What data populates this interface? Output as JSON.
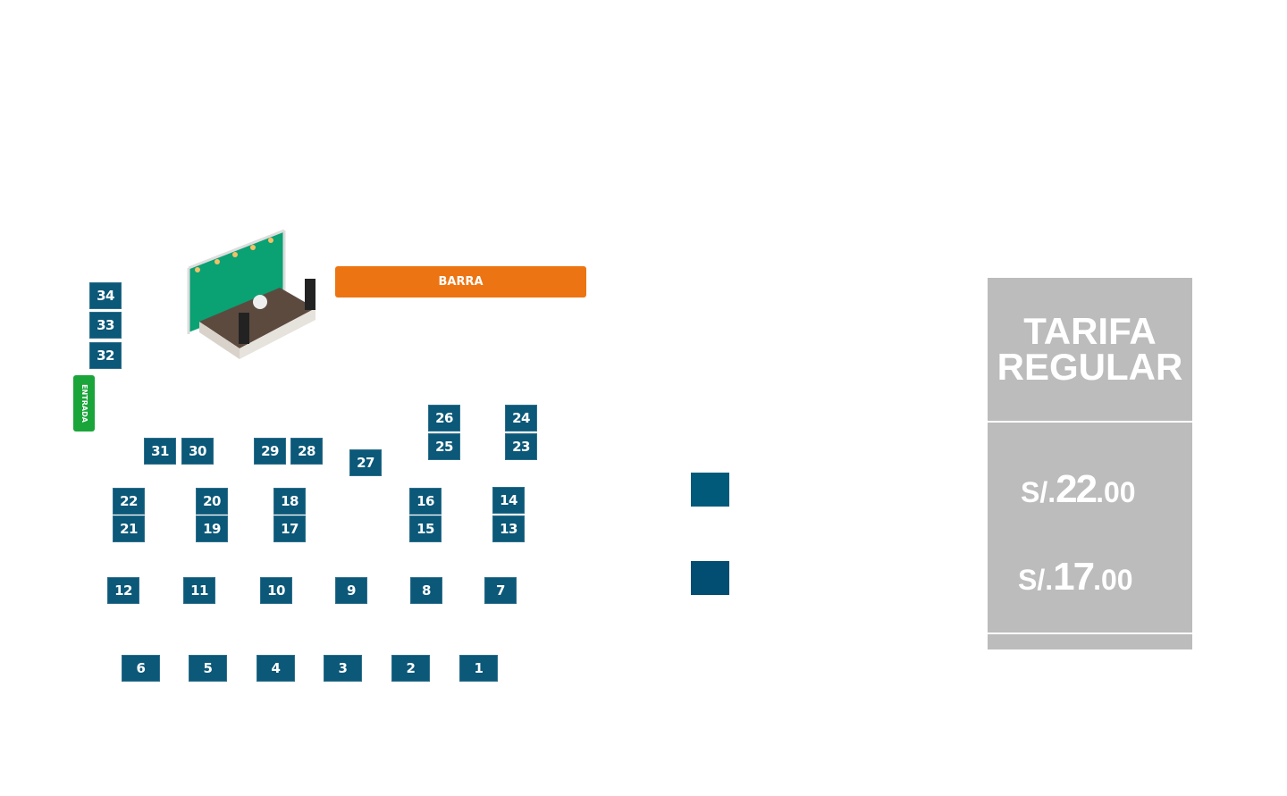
{
  "map": {
    "bar_label": "BARRA",
    "entrance_label": "ENTRADA",
    "tables": [
      "1",
      "2",
      "3",
      "4",
      "5",
      "6",
      "7",
      "8",
      "9",
      "10",
      "11",
      "12",
      "13",
      "14",
      "15",
      "16",
      "17",
      "18",
      "19",
      "20",
      "21",
      "22",
      "23",
      "24",
      "25",
      "26",
      "27",
      "28",
      "29",
      "30",
      "31",
      "32",
      "33",
      "34"
    ],
    "table_color": "#0b5878",
    "bar_color": "#ec7412",
    "entrance_color": "#1aa53a"
  },
  "legend": {
    "colors": [
      "#025a7a",
      "#024e72"
    ]
  },
  "pricing": {
    "title_line1": "TARIFA",
    "title_line2": "REGULAR",
    "prices": [
      {
        "currency": "S/.",
        "amount": "22",
        "cents": ".00"
      },
      {
        "currency": "S/.",
        "amount": "17",
        "cents": ".00"
      }
    ],
    "panel_color": "#bcbcbc"
  }
}
